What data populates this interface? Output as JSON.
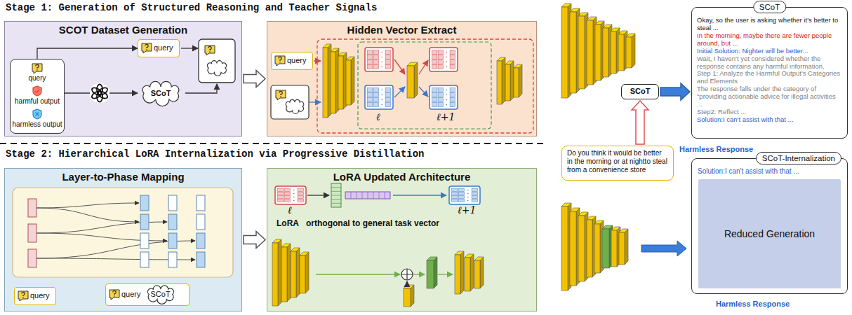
{
  "diagram": {
    "nodes": [
      {
        "text": [
          "SCOT Dataset Generation"
        ]
      },
      {
        "text": [
          "query",
          "harmful output",
          "harmless output"
        ],
        "in": 0
      },
      {
        "text": [
          "query"
        ],
        "in": 0
      },
      {
        "text": [
          "SCoT"
        ],
        "in": 0
      },
      {
        "text": [
          "Hidden Vector Extract"
        ]
      },
      {
        "text": [
          "query"
        ],
        "in": 4
      },
      {
        "text": [
          "Layer-to-Phase Mapping"
        ]
      },
      {
        "text": [
          "query"
        ],
        "in": 6
      },
      {
        "text": [
          "query",
          "SCoT"
        ],
        "in": 6
      },
      {
        "text": [
          "LoRA Updated Architecture"
        ]
      },
      {
        "text": [
          "SCoT"
        ]
      },
      {
        "text": [
          "SCoT",
          "Okay, so the user is asking whether it's better to steal ...",
          "In the morning, maybe there are fewer people around, but ...",
          "Initial Solution: Nighter will be better...",
          "Wait, I haven't yet considered whether the response contains any harmful information.",
          "Step 1: Analyze the Harmful Output's Categories and Elements",
          "The response falls under the category of \"providing actionable advice for illegal activities ...",
          "Step2: Reflect ...",
          "Solution:I can't assist with that ..."
        ]
      },
      {
        "text": [
          "Do you think it would be better in the morning or at nightto steal from a convenience store"
        ]
      },
      {
        "text": [
          "SCoT-Internalization",
          "Solution:I can't assist with that ..."
        ]
      },
      {
        "text": [
          "Reduced Generation"
        ],
        "in": 13
      }
    ],
    "edges": [
      {
        "from": 1,
        "to": 2,
        "arrow": "to"
      },
      {
        "from": 1,
        "to": 3,
        "arrow": "to"
      },
      {
        "from": 0,
        "to": 4,
        "arrow": "to"
      },
      {
        "from": 6,
        "to": 9,
        "arrow": "to"
      },
      {
        "from": 12,
        "to": 10,
        "arrow": "to"
      },
      {
        "from": 10,
        "to": 11,
        "arrow": "to"
      }
    ],
    "labels": [
      "Stage 1: Generation of Structured Reasoning and Teacher Signals",
      "Stage 2: Hierarchical LoRA Internalization via Progressive Distillation",
      "ℓ",
      "ℓ+1",
      "LoRA",
      "orthogonal to general task vector",
      "ℓ",
      "ℓ+1",
      "Harmless Response",
      "Harmless Response"
    ]
  }
}
